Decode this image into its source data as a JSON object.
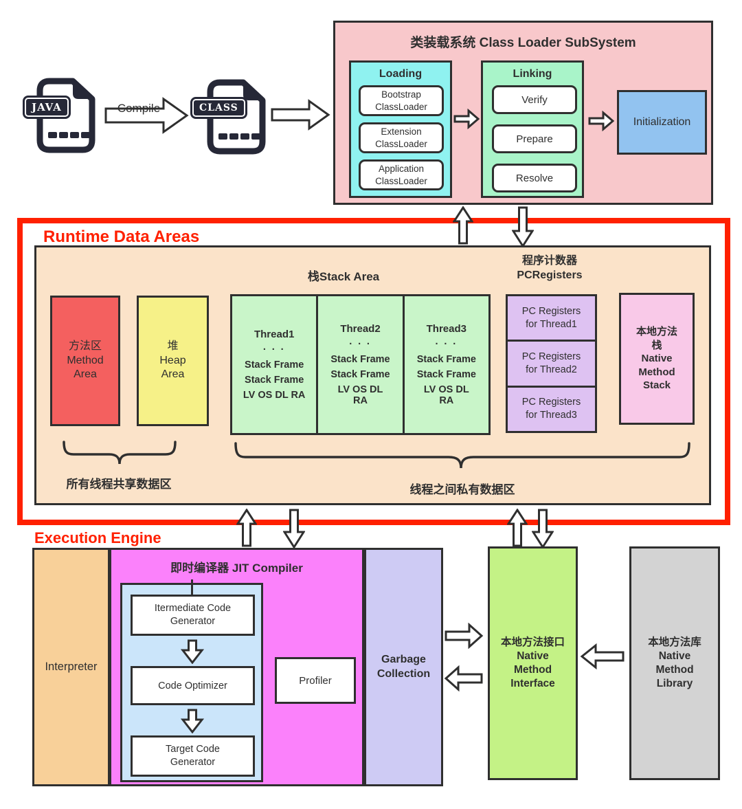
{
  "top_flow": {
    "java_icon_label": "JAVA",
    "class_icon_label": "CLASS",
    "compile_label": "Compile"
  },
  "class_loader": {
    "title": "类装载系统 Class Loader SubSystem",
    "loading": {
      "title": "Loading",
      "items": [
        {
          "line1": "Bootstrap",
          "line2": "ClassLoader"
        },
        {
          "line1": "Extension",
          "line2": "ClassLoader"
        },
        {
          "line1": "Application",
          "line2": "ClassLoader"
        }
      ]
    },
    "linking": {
      "title": "Linking",
      "items": [
        "Verify",
        "Prepare",
        "Resolve"
      ]
    },
    "initialization": "Initialization"
  },
  "runtime": {
    "title": "Runtime Data Areas",
    "stack_area_title": "栈Stack Area",
    "pc_title_zh": "程序计数器",
    "pc_title_en": "PCRegisters",
    "method_area": [
      "方法区",
      "Method",
      "Area"
    ],
    "heap_area": [
      "堆",
      "Heap",
      "Area"
    ],
    "threads": [
      {
        "title": "Thread1",
        "dots": "· · ·",
        "rows": [
          "Stack Frame",
          "Stack Frame",
          "LV OS DL RA"
        ]
      },
      {
        "title": "Thread2",
        "dots": "· · ·",
        "rows": [
          "Stack Frame",
          "Stack Frame",
          "LV OS DL RA"
        ]
      },
      {
        "title": "Thread3",
        "dots": "· · ·",
        "rows": [
          "Stack Frame",
          "Stack Frame",
          "LV OS DL RA"
        ]
      }
    ],
    "pc_registers": [
      {
        "line1": "PC Registers",
        "line2": "for Thread1"
      },
      {
        "line1": "PC Registers",
        "line2": "for Thread2"
      },
      {
        "line1": "PC Registers",
        "line2": "for Thread3"
      }
    ],
    "native_method_stack": [
      "本地方法",
      "栈",
      "Native",
      "Method",
      "Stack"
    ],
    "shared_label": "所有线程共享数据区",
    "private_label": "线程之间私有数据区"
  },
  "execution": {
    "title": "Execution Engine",
    "interpreter": "Interpreter",
    "jit_title": "即时编译器 JIT Compiler",
    "jit_steps": [
      {
        "line1": "Itermediate Code",
        "line2": "Generator"
      },
      {
        "line1": "Code Optimizer",
        "line2": ""
      },
      {
        "line1": "Target Code",
        "line2": "Generator"
      }
    ],
    "profiler": "Profiler",
    "garbage_collection": [
      "Garbage",
      "Collection"
    ],
    "native_method_interface": [
      "本地方法接口",
      "Native",
      "Method",
      "Interface"
    ],
    "native_method_library": [
      "本地方法库",
      "Native",
      "Method",
      "Library"
    ]
  },
  "colors": {
    "accent_red": "#ff2000",
    "classloader_bg": "#f8c8cb",
    "loading_bg": "#8ff2f0",
    "linking_bg": "#a9f4c9",
    "initialization_bg": "#92c3f0",
    "runtime_bg": "#fbe3c9",
    "method_area_bg": "#f4605f",
    "heap_bg": "#f6f188",
    "thread_bg": "#c9f5c9",
    "pc_registers_bg": "#dec2f2",
    "native_stack_bg": "#f9c9e8",
    "interpreter_bg": "#f8d099",
    "jit_bg": "#fb81fb",
    "jit_inner_bg": "#cbe5fa",
    "gc_bg": "#cecbf4",
    "nmi_bg": "#c4f286",
    "nml_bg": "#d3d3d3",
    "outline": "#2f2f2f"
  },
  "icons": {
    "java_file": "document-icon",
    "class_file": "document-icon",
    "arrows": "hollow-outline-arrows"
  }
}
